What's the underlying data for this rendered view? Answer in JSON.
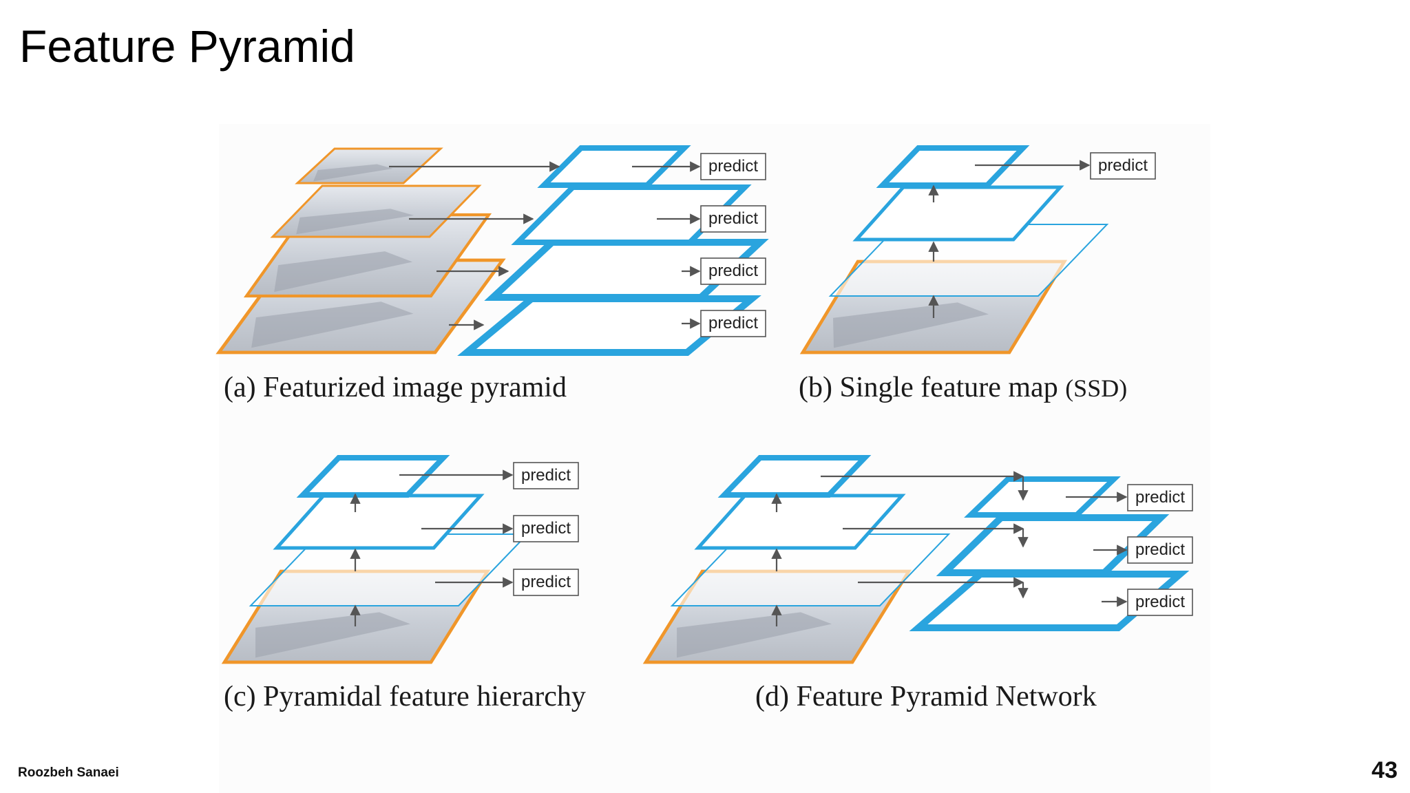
{
  "slide": {
    "title": "Feature Pyramid",
    "author": "Roozbeh Sanaei",
    "page_number": "43"
  },
  "colors": {
    "feature_map": "#2aa4de",
    "image_layer": "#f0962a",
    "arrow": "#555555",
    "box_border": "#555555"
  },
  "panels": [
    {
      "id": "a",
      "caption": "(a) Featurized image pyramid",
      "caption_suffix": "",
      "predict_labels": [
        "predict",
        "predict",
        "predict",
        "predict"
      ]
    },
    {
      "id": "b",
      "caption": "(b) Single feature map",
      "caption_suffix": "(SSD)",
      "predict_labels": [
        "predict"
      ]
    },
    {
      "id": "c",
      "caption": "(c) Pyramidal feature hierarchy",
      "caption_suffix": "",
      "predict_labels": [
        "predict",
        "predict",
        "predict"
      ]
    },
    {
      "id": "d",
      "caption": "(d) Feature Pyramid Network",
      "caption_suffix": "",
      "predict_labels": [
        "predict",
        "predict",
        "predict"
      ]
    }
  ]
}
